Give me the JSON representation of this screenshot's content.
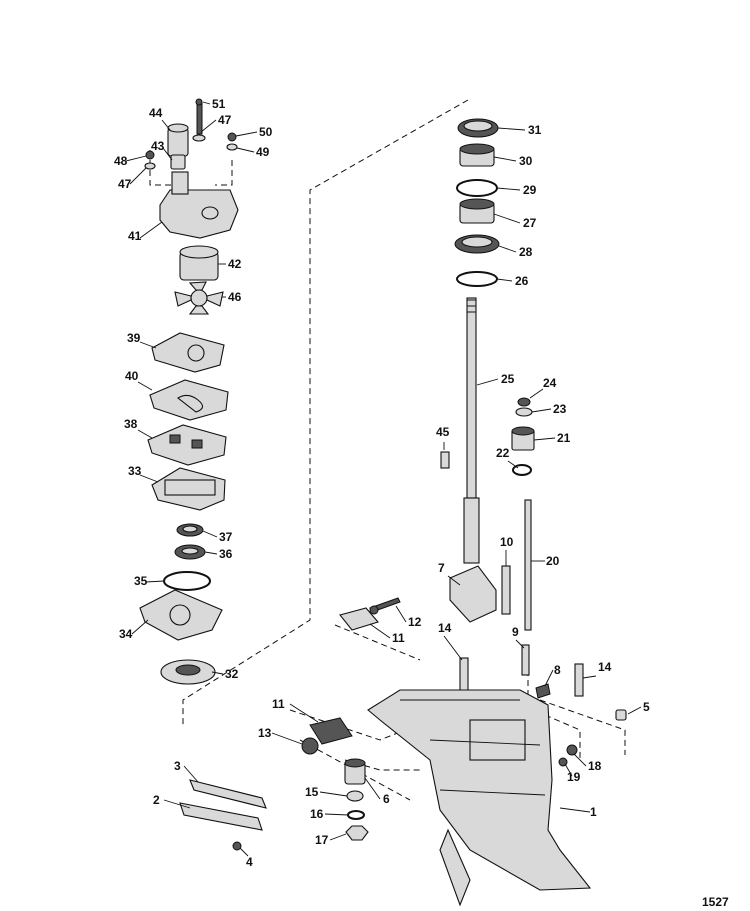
{
  "figure_number": "1527",
  "callouts": [
    {
      "id": "c1",
      "label": "1"
    },
    {
      "id": "c2",
      "label": "2"
    },
    {
      "id": "c3",
      "label": "3"
    },
    {
      "id": "c4",
      "label": "4"
    },
    {
      "id": "c5",
      "label": "5"
    },
    {
      "id": "c6",
      "label": "6"
    },
    {
      "id": "c7",
      "label": "7"
    },
    {
      "id": "c8",
      "label": "8"
    },
    {
      "id": "c9",
      "label": "9"
    },
    {
      "id": "c10",
      "label": "10"
    },
    {
      "id": "c11a",
      "label": "11"
    },
    {
      "id": "c11b",
      "label": "11"
    },
    {
      "id": "c12",
      "label": "12"
    },
    {
      "id": "c13",
      "label": "13"
    },
    {
      "id": "c14a",
      "label": "14"
    },
    {
      "id": "c14b",
      "label": "14"
    },
    {
      "id": "c15",
      "label": "15"
    },
    {
      "id": "c16",
      "label": "16"
    },
    {
      "id": "c17",
      "label": "17"
    },
    {
      "id": "c18",
      "label": "18"
    },
    {
      "id": "c19",
      "label": "19"
    },
    {
      "id": "c20",
      "label": "20"
    },
    {
      "id": "c21",
      "label": "21"
    },
    {
      "id": "c22",
      "label": "22"
    },
    {
      "id": "c23",
      "label": "23"
    },
    {
      "id": "c24",
      "label": "24"
    },
    {
      "id": "c25",
      "label": "25"
    },
    {
      "id": "c26",
      "label": "26"
    },
    {
      "id": "c27",
      "label": "27"
    },
    {
      "id": "c28",
      "label": "28"
    },
    {
      "id": "c29",
      "label": "29"
    },
    {
      "id": "c30",
      "label": "30"
    },
    {
      "id": "c31",
      "label": "31"
    },
    {
      "id": "c32",
      "label": "32"
    },
    {
      "id": "c33",
      "label": "33"
    },
    {
      "id": "c34",
      "label": "34"
    },
    {
      "id": "c35",
      "label": "35"
    },
    {
      "id": "c36",
      "label": "36"
    },
    {
      "id": "c37",
      "label": "37"
    },
    {
      "id": "c38",
      "label": "38"
    },
    {
      "id": "c39",
      "label": "39"
    },
    {
      "id": "c40",
      "label": "40"
    },
    {
      "id": "c41",
      "label": "41"
    },
    {
      "id": "c42",
      "label": "42"
    },
    {
      "id": "c43",
      "label": "43"
    },
    {
      "id": "c44",
      "label": "44"
    },
    {
      "id": "c45",
      "label": "45"
    },
    {
      "id": "c46",
      "label": "46"
    },
    {
      "id": "c47a",
      "label": "47"
    },
    {
      "id": "c47b",
      "label": "47"
    },
    {
      "id": "c48",
      "label": "48"
    },
    {
      "id": "c49",
      "label": "49"
    },
    {
      "id": "c50",
      "label": "50"
    },
    {
      "id": "c51",
      "label": "51"
    }
  ]
}
